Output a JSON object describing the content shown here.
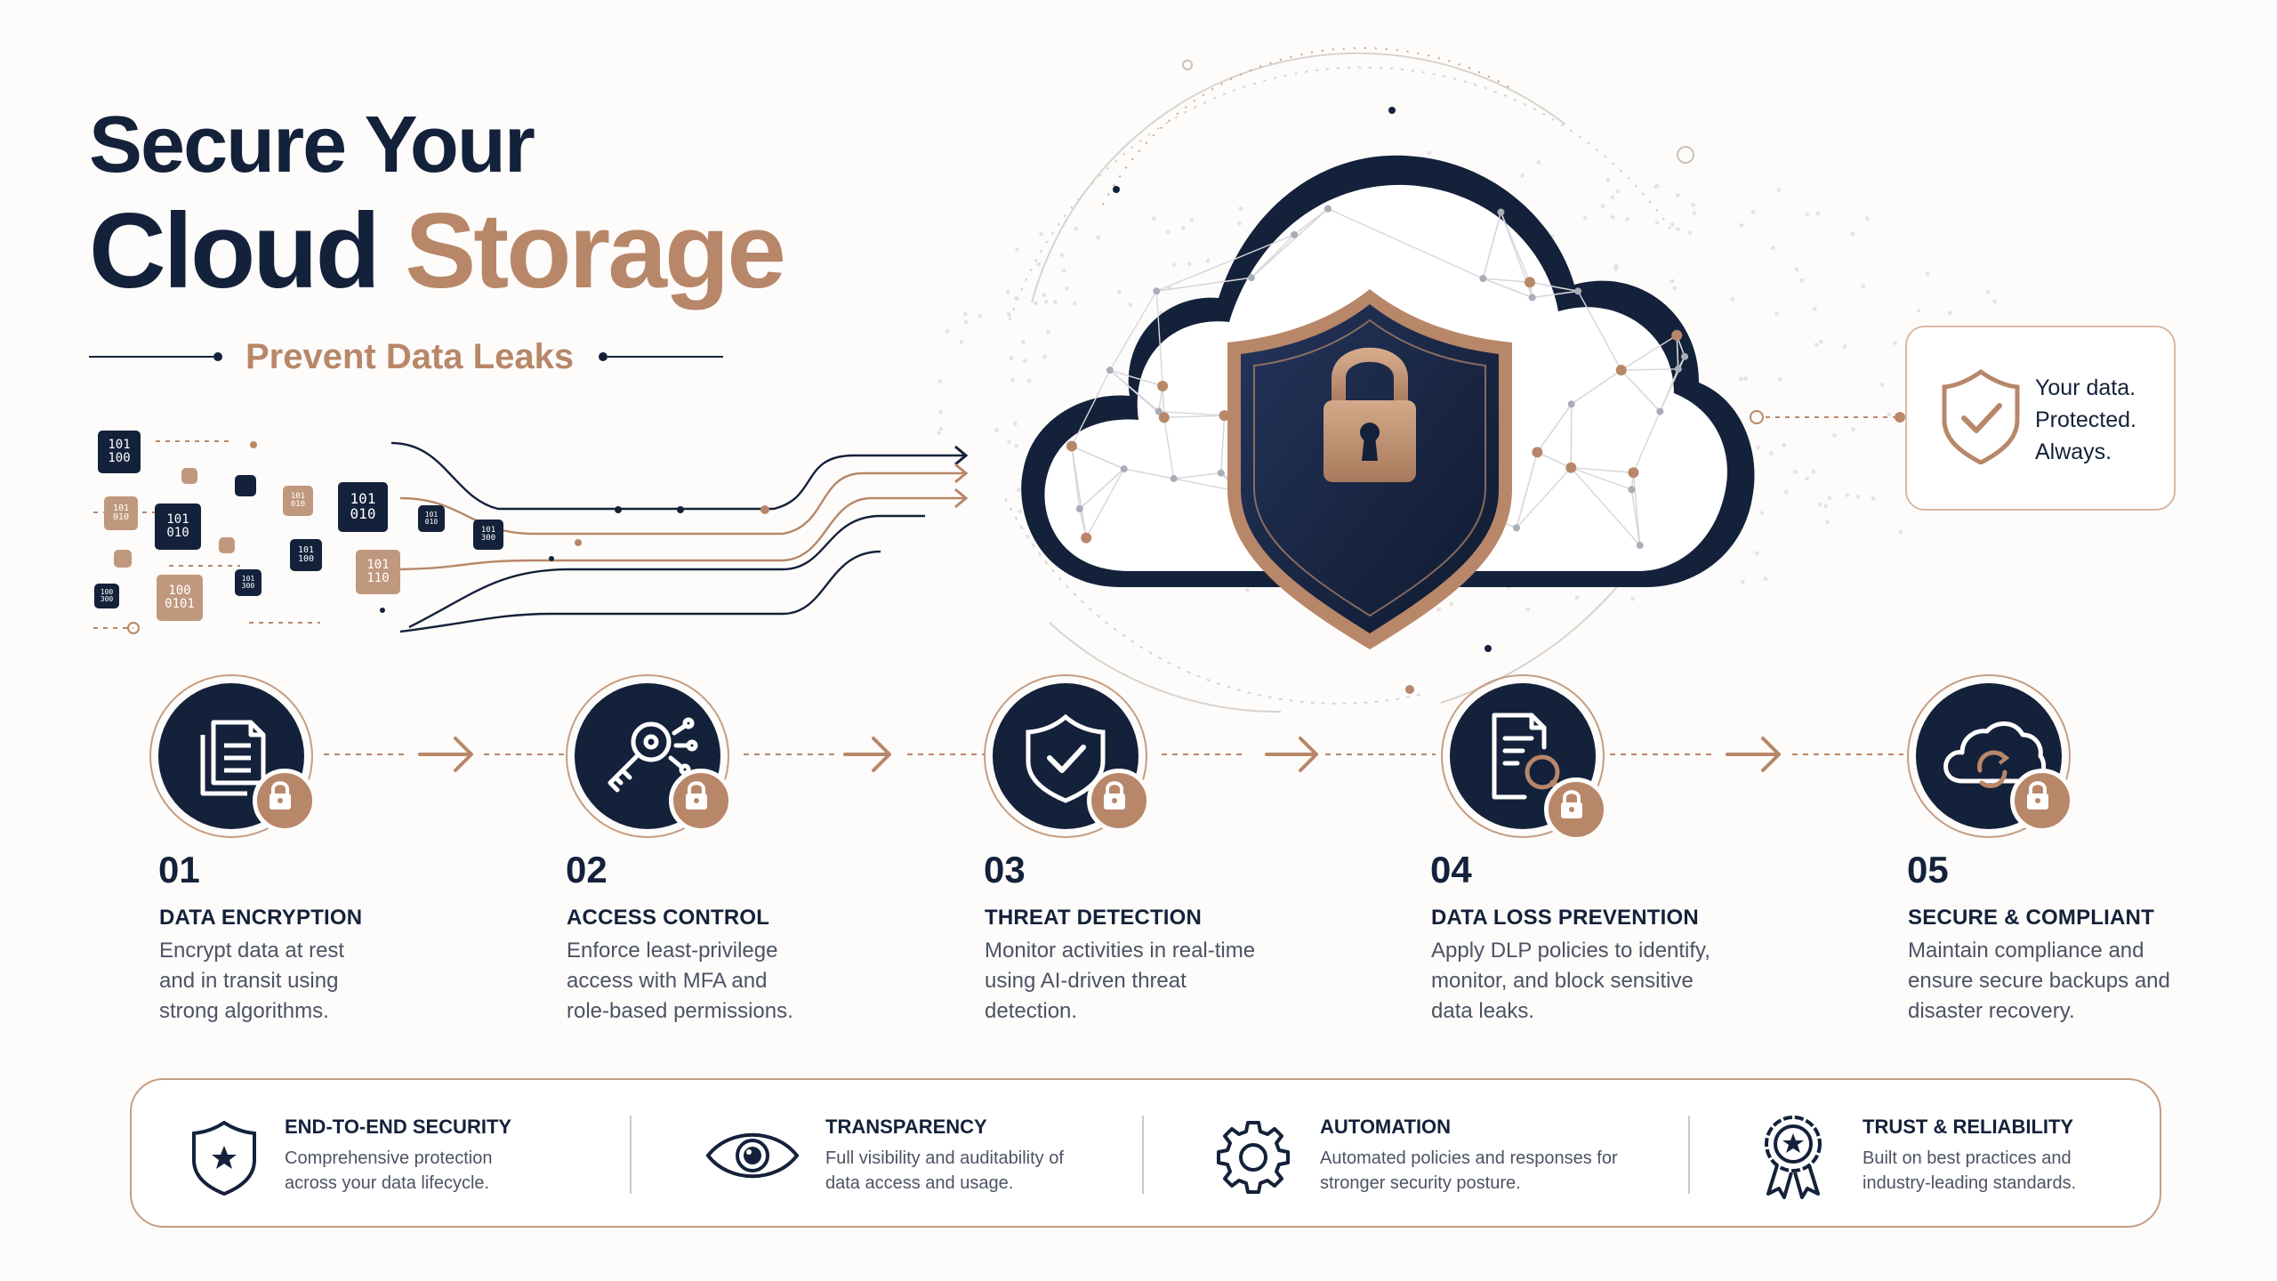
{
  "header": {
    "title_line1": "Secure Your",
    "title_word_dark": "Cloud",
    "title_word_accent": "Storage",
    "subtitle": "Prevent Data Leaks"
  },
  "binary_tiles": [
    {
      "text": "101\n100",
      "style": "dark"
    },
    {
      "text": "101\n010",
      "style": "copper"
    },
    {
      "text": "101\n010",
      "style": "dark"
    },
    {
      "text": "101\n010",
      "style": "dark"
    },
    {
      "text": "101\n100",
      "style": "dark"
    },
    {
      "text": "101\n110",
      "style": "copper"
    },
    {
      "text": "101\n300",
      "style": "dark"
    },
    {
      "text": "100\n0101",
      "style": "copper"
    },
    {
      "text": "101\n300",
      "style": "dark"
    },
    {
      "text": "100\n300",
      "style": "dark"
    },
    {
      "text": "101\n010",
      "style": "copper"
    },
    {
      "text": "101\n010",
      "style": "dark"
    }
  ],
  "tagline": "Your data.\nProtected.\nAlways.",
  "steps": [
    {
      "number": "01",
      "title": "DATA ENCRYPTION",
      "description": "Encrypt data at rest and in transit using strong algorithms.",
      "icon": "document-stack-icon"
    },
    {
      "number": "02",
      "title": "ACCESS CONTROL",
      "description": "Enforce least-privilege access with MFA and role-based permissions.",
      "icon": "key-icon"
    },
    {
      "number": "03",
      "title": "THREAT DETECTION",
      "description": "Monitor activities in real-time using AI-driven threat detection.",
      "icon": "shield-check-icon"
    },
    {
      "number": "04",
      "title": "DATA LOSS PREVENTION",
      "description": "Apply DLP policies to identify, monitor, and block sensitive data leaks.",
      "icon": "document-search-icon"
    },
    {
      "number": "05",
      "title": "SECURE & COMPLIANT",
      "description": "Maintain compliance and ensure secure backups and disaster recovery.",
      "icon": "cloud-sync-icon"
    }
  ],
  "features": [
    {
      "title": "END-TO-END SECURITY",
      "description": "Comprehensive protection across your data lifecycle.",
      "icon": "star-shield-icon"
    },
    {
      "title": "TRANSPARENCY",
      "description": "Full visibility and auditability of data access and usage.",
      "icon": "eye-icon"
    },
    {
      "title": "AUTOMATION",
      "description": "Automated policies and responses for stronger security posture.",
      "icon": "gear-icon"
    },
    {
      "title": "TRUST & RELIABILITY",
      "description": "Built on best practices and industry-leading standards.",
      "icon": "award-ribbon-icon"
    }
  ],
  "colors": {
    "navy": "#14213a",
    "copper": "#b88769",
    "copper_light": "#c59d82",
    "text_gray": "#4c5363",
    "background": "#fdfcfb"
  }
}
